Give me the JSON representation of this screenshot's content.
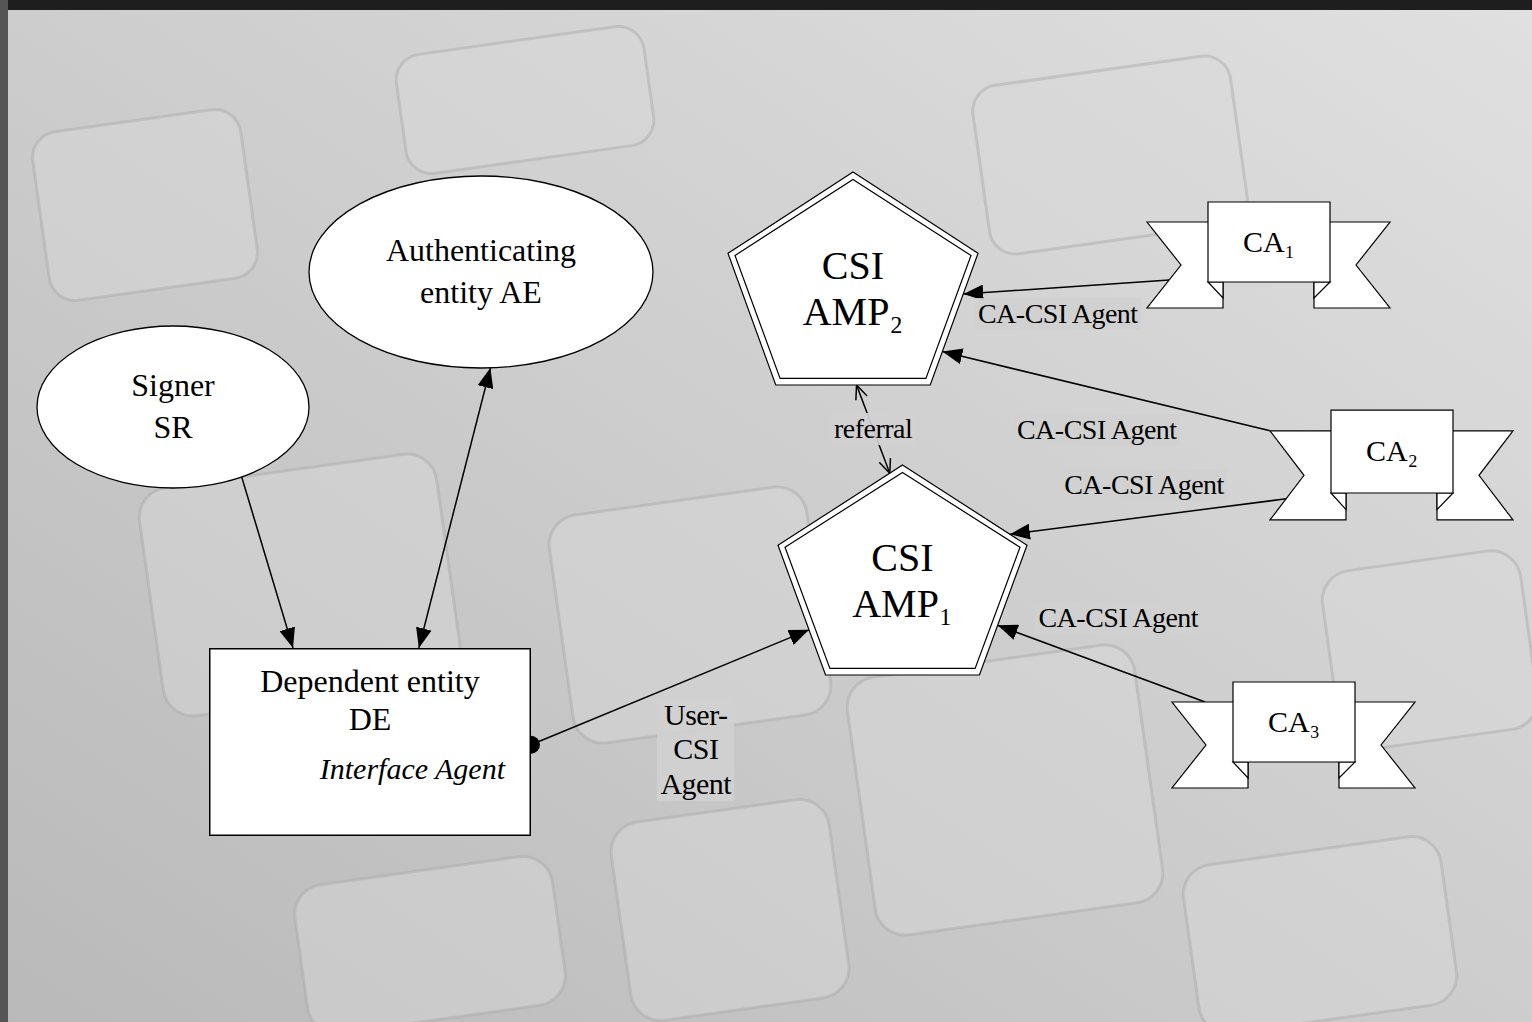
{
  "diagram": {
    "nodes": [
      {
        "text": [
          "Authenticating entity AE"
        ]
      },
      {
        "text": [
          "CSI AMP₂"
        ]
      },
      {
        "text": [
          "CA₁"
        ]
      },
      {
        "text": [
          "Signer SR"
        ]
      },
      {
        "text": [
          "CA₂"
        ]
      },
      {
        "text": [
          "CSI AMP₁"
        ]
      },
      {
        "text": [
          "Dependent entity DE",
          "Interface Agent"
        ]
      },
      {
        "text": [
          "CA₃"
        ]
      }
    ],
    "edges": [
      {
        "from": 3,
        "to": 6,
        "arrow": "to"
      },
      {
        "from": 6,
        "to": 0,
        "arrow": "both"
      },
      {
        "from": 6,
        "to": 5,
        "arrow": "to",
        "label": "User-CSI Agent"
      },
      {
        "from": 1,
        "to": 5,
        "arrow": "both",
        "label": "referral"
      },
      {
        "from": 2,
        "to": 1,
        "arrow": "to",
        "label": "CA-CSI Agent"
      },
      {
        "from": 4,
        "to": 1,
        "arrow": "to",
        "label": "CA-CSI Agent"
      },
      {
        "from": 4,
        "to": 5,
        "arrow": "to",
        "label": "CA-CSI Agent"
      },
      {
        "from": 7,
        "to": 5,
        "arrow": "to",
        "label": "CA-CSI Agent"
      }
    ]
  }
}
